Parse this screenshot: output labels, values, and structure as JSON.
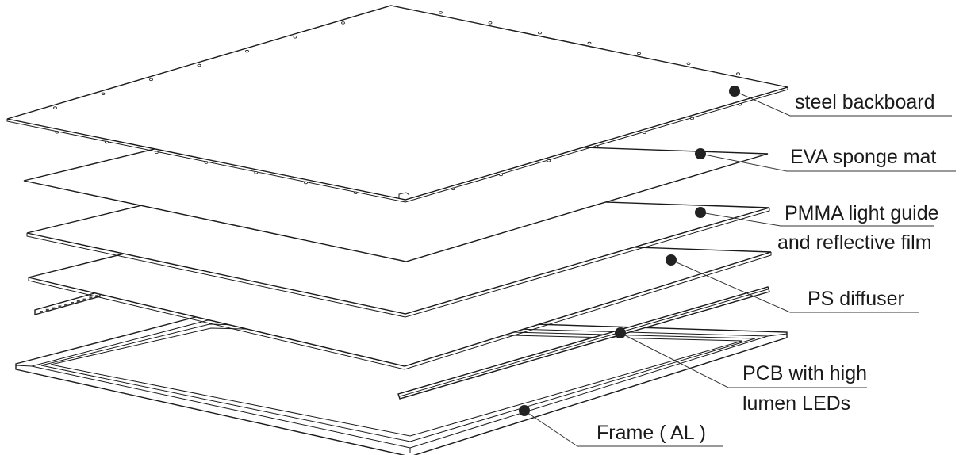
{
  "diagram": {
    "type": "exploded-view",
    "layers": [
      {
        "key": "backboard",
        "label": "steel backboard"
      },
      {
        "key": "eva",
        "label": "EVA sponge mat"
      },
      {
        "key": "pmma",
        "label_line1": "PMMA light guide",
        "label_line2": "and reflective film"
      },
      {
        "key": "diffuser",
        "label": "PS diffuser"
      },
      {
        "key": "pcb",
        "label_line1": "PCB with high",
        "label_line2": "lumen LEDs"
      },
      {
        "key": "frame",
        "label": "Frame ( AL )"
      }
    ],
    "colors": {
      "line": "#1a1a1a",
      "marker": "#222222",
      "background": "#ffffff"
    }
  }
}
